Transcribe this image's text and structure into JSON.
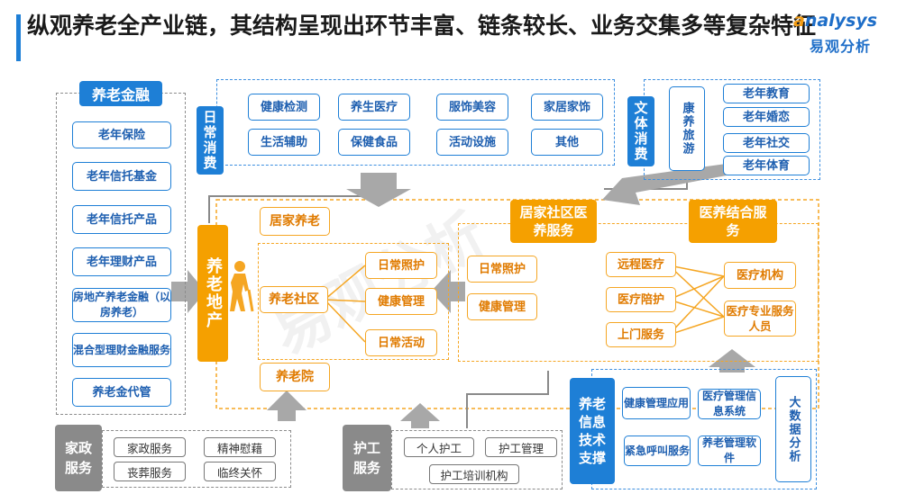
{
  "title": "纵观养老全产业链，其结构呈现出环节丰富、链条较长、业务交集多等复杂特征",
  "logo": {
    "brand_prefix": "a",
    "brand_rest": "nalysys",
    "cn": "易观分析"
  },
  "watermark": "易观分析",
  "finance": {
    "header": "养老金融",
    "items": [
      "老年保险",
      "老年信托基金",
      "老年信托产品",
      "老年理财产品",
      "房地产养老金融（以房养老）",
      "混合型理财金融服务",
      "养老金代管"
    ]
  },
  "daily": {
    "header": "日常消费",
    "items": [
      "健康检测",
      "养生医疗",
      "服饰美容",
      "家居家饰",
      "生活辅助",
      "保健食品",
      "活动设施",
      "其他"
    ]
  },
  "culture": {
    "header": "文体消费",
    "tour": "康养旅游",
    "items": [
      "老年教育",
      "老年婚恋",
      "老年社交",
      "老年体育"
    ]
  },
  "realestate": "养老地产",
  "home_care": "居家养老",
  "community": {
    "label": "养老社区",
    "items": [
      "日常照护",
      "健康管理",
      "日常活动"
    ]
  },
  "nursing_home": "养老院",
  "home_community": {
    "header": "居家社区医养服务",
    "items": [
      "日常照护",
      "健康管理"
    ]
  },
  "medical_combo": {
    "header": "医养结合服务",
    "services": [
      "远程医疗",
      "医疗陪护",
      "上门服务"
    ],
    "providers": [
      "医疗机构",
      "医疗专业服务人员"
    ]
  },
  "housekeeping": {
    "header": "家政服务",
    "items": [
      "家政服务",
      "精神慰藉",
      "丧葬服务",
      "临终关怀"
    ]
  },
  "nursing": {
    "header": "护工服务",
    "items": [
      "个人护工",
      "护工管理",
      "护工培训机构"
    ]
  },
  "it": {
    "header": "养老信息技术支撑",
    "items": [
      "健康管理应用",
      "医疗管理信息系统",
      "紧急呼叫服务",
      "养老管理软件"
    ],
    "bigdata": "大数据分析"
  },
  "colors": {
    "blue": "#1e7fd6",
    "orange": "#f5a623",
    "gray": "#8a8a8a"
  }
}
